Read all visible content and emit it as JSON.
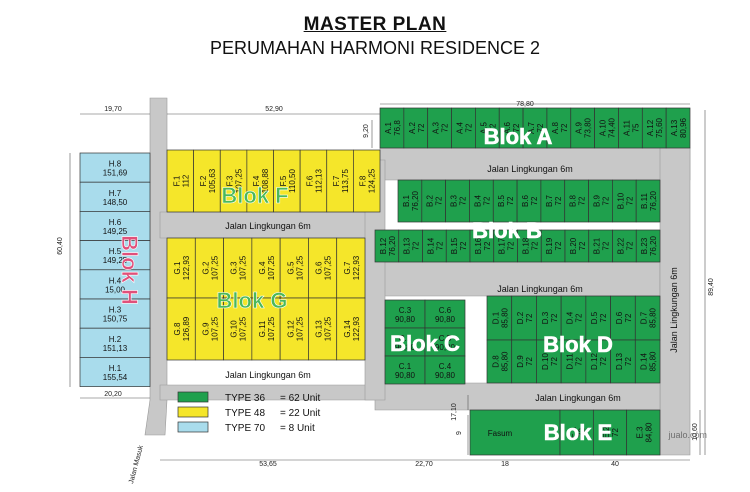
{
  "title": "MASTER PLAN",
  "subtitle": "PERUMAHAN HARMONI RESIDENCE 2",
  "colors": {
    "type36": "#1fa04d",
    "type48": "#f5e62a",
    "type70": "#a9dcec",
    "road": "#c8c8c8",
    "outline": "#333333"
  },
  "blocks": {
    "A": {
      "label": "Blok A",
      "lots": [
        {
          "id": "A.1",
          "area": "76,8"
        },
        {
          "id": "A.2",
          "area": "72"
        },
        {
          "id": "A.3",
          "area": "72"
        },
        {
          "id": "A.4",
          "area": "72"
        },
        {
          "id": "A.5",
          "area": "72"
        },
        {
          "id": "A.6",
          "area": "72"
        },
        {
          "id": "A.7",
          "area": "72"
        },
        {
          "id": "A.8",
          "area": "72"
        },
        {
          "id": "A.9",
          "area": "73,80"
        },
        {
          "id": "A.10",
          "area": "74,40"
        },
        {
          "id": "A.11",
          "area": "75"
        },
        {
          "id": "A.12",
          "area": "75,60"
        },
        {
          "id": "A.13",
          "area": "80,96"
        }
      ]
    },
    "B": {
      "label": "Blok B",
      "top": [
        {
          "id": "B.1",
          "area": "76,20"
        },
        {
          "id": "B.2",
          "area": "72"
        },
        {
          "id": "B.3",
          "area": "72"
        },
        {
          "id": "B.4",
          "area": "72"
        },
        {
          "id": "B.5",
          "area": "72"
        },
        {
          "id": "B.6",
          "area": "72"
        },
        {
          "id": "B.7",
          "area": "72"
        },
        {
          "id": "B.8",
          "area": "72"
        },
        {
          "id": "B.9",
          "area": "72"
        },
        {
          "id": "B.10",
          "area": "72"
        },
        {
          "id": "B.11",
          "area": "76,20"
        }
      ],
      "bottom": [
        {
          "id": "B.12",
          "area": "76,20"
        },
        {
          "id": "B.13",
          "area": "72"
        },
        {
          "id": "B.14",
          "area": "72"
        },
        {
          "id": "B.15",
          "area": "72"
        },
        {
          "id": "B.16",
          "area": "72"
        },
        {
          "id": "B.17",
          "area": "72"
        },
        {
          "id": "B.18",
          "area": "72"
        },
        {
          "id": "B.19",
          "area": "72"
        },
        {
          "id": "B.20",
          "area": "72"
        },
        {
          "id": "B.21",
          "area": "72"
        },
        {
          "id": "B.22",
          "area": "72"
        },
        {
          "id": "B.23",
          "area": "76,20"
        }
      ]
    },
    "C": {
      "label": "Blok C",
      "lots": [
        {
          "id": "C.3",
          "area": "90,80"
        },
        {
          "id": "C.6",
          "area": "90,80"
        },
        {
          "id": "C.2",
          "area": "90,80"
        },
        {
          "id": "C.5",
          "area": "90,80"
        },
        {
          "id": "C.1",
          "area": "90,80"
        },
        {
          "id": "C.4",
          "area": "90,80"
        }
      ]
    },
    "D": {
      "label": "Blok D",
      "top": [
        {
          "id": "D.1",
          "area": "85,80"
        },
        {
          "id": "D.2",
          "area": "72"
        },
        {
          "id": "D.3",
          "area": "72"
        },
        {
          "id": "D.4",
          "area": "72"
        },
        {
          "id": "D.5",
          "area": "72"
        },
        {
          "id": "D.6",
          "area": "72"
        },
        {
          "id": "D.7",
          "area": "85,80"
        }
      ],
      "bottom": [
        {
          "id": "D.8",
          "area": "85,80"
        },
        {
          "id": "D.9",
          "area": "72"
        },
        {
          "id": "D.10",
          "area": "72"
        },
        {
          "id": "D.11",
          "area": "72"
        },
        {
          "id": "D.12",
          "area": "72"
        },
        {
          "id": "D.13",
          "area": "72"
        },
        {
          "id": "D.14",
          "area": "85,80"
        }
      ]
    },
    "E": {
      "label": "Blok E",
      "fasum": "Fasum",
      "lots": [
        {
          "id": "E.1",
          "area": "72"
        },
        {
          "id": "E.2",
          "area": "72"
        },
        {
          "id": "E.3",
          "area": "84,80"
        }
      ]
    },
    "F": {
      "label": "Blok F",
      "lots": [
        {
          "id": "F.1",
          "area": "112"
        },
        {
          "id": "F.2",
          "area": "105,63"
        },
        {
          "id": "F.3",
          "area": "107,25"
        },
        {
          "id": "F.4",
          "area": "108,88"
        },
        {
          "id": "F.5",
          "area": "110,50"
        },
        {
          "id": "F.6",
          "area": "112,13"
        },
        {
          "id": "F.7",
          "area": "113,75"
        },
        {
          "id": "F.8",
          "area": "124,25"
        }
      ]
    },
    "G": {
      "label": "Blok G",
      "top": [
        {
          "id": "G.1",
          "area": "122,93"
        },
        {
          "id": "G.2",
          "area": "107,25"
        },
        {
          "id": "G.3",
          "area": "107,25"
        },
        {
          "id": "G.4",
          "area": "107,25"
        },
        {
          "id": "G.5",
          "area": "107,25"
        },
        {
          "id": "G.6",
          "area": "107,25"
        },
        {
          "id": "G.7",
          "area": "122,93"
        }
      ],
      "bottom": [
        {
          "id": "G.8",
          "area": "126,89"
        },
        {
          "id": "G.9",
          "area": "107,25"
        },
        {
          "id": "G.10",
          "area": "107,25"
        },
        {
          "id": "G.11",
          "area": "107,25"
        },
        {
          "id": "G.12",
          "area": "107,25"
        },
        {
          "id": "G.13",
          "area": "107,25"
        },
        {
          "id": "G.14",
          "area": "122,93"
        }
      ]
    },
    "H": {
      "label": "Blok H",
      "lots": [
        {
          "id": "H.8",
          "area": "151,69"
        },
        {
          "id": "H.7",
          "area": "148,50"
        },
        {
          "id": "H.6",
          "area": "149,25"
        },
        {
          "id": "H.5",
          "area": "149,25"
        },
        {
          "id": "H.4",
          "area": "15,00"
        },
        {
          "id": "H.3",
          "area": "150,75"
        },
        {
          "id": "H.2",
          "area": "151,13"
        },
        {
          "id": "H.1",
          "area": "155,54"
        }
      ]
    }
  },
  "roads": {
    "lingkungan": "Jalan Lingkungan 6m",
    "masuk": "Jalan Masuk"
  },
  "dimensions": {
    "top_left": "19,70",
    "top_mid": "52,90",
    "top_right": "78,80",
    "left": "60,40",
    "bottom_left": "20,20",
    "right": "89,40",
    "a_left": "9,20",
    "bottom_53": "53,65",
    "bottom_22": "22,70",
    "bottom_18": "18",
    "bottom_40": "40",
    "e_17": "17,10",
    "e_9": "9",
    "e_10": "10,60"
  },
  "legend": [
    {
      "type": "TYPE 36",
      "count": "= 62 Unit",
      "color": "#1fa04d"
    },
    {
      "type": "TYPE 48",
      "count": "= 22 Unit",
      "color": "#f5e62a"
    },
    {
      "type": "TYPE 70",
      "count": "=  8 Unit",
      "color": "#a9dcec"
    }
  ],
  "watermark": "jualo.com"
}
